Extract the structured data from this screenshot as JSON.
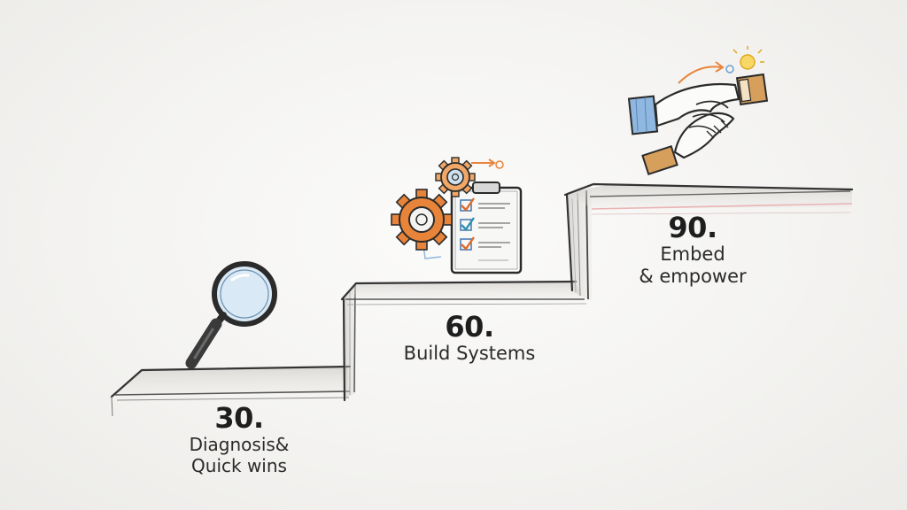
{
  "steps": [
    {
      "number": "30.",
      "caption_line1": "Diagnosis&",
      "caption_line2": "Quick wins",
      "icon": "magnifying-glass-icon"
    },
    {
      "number": "60.",
      "caption_line1": "Build Systems",
      "caption_line2": "",
      "icon": "gears-checklist-icon"
    },
    {
      "number": "90.",
      "caption_line1": "Embed",
      "caption_line2": "& empower",
      "icon": "handshake-icon"
    }
  ],
  "colors": {
    "ink": "#2b2b2b",
    "pencil": "#555555",
    "gear_orange": "#e8843a",
    "check_orange": "#e06a2a",
    "sleeve_blue": "#8fb7e0",
    "sleeve_tan": "#d6a05c",
    "sun_yellow": "#f2c744",
    "magnifier_glass": "#cfe4f5",
    "accent_red": "#e49a9a"
  }
}
